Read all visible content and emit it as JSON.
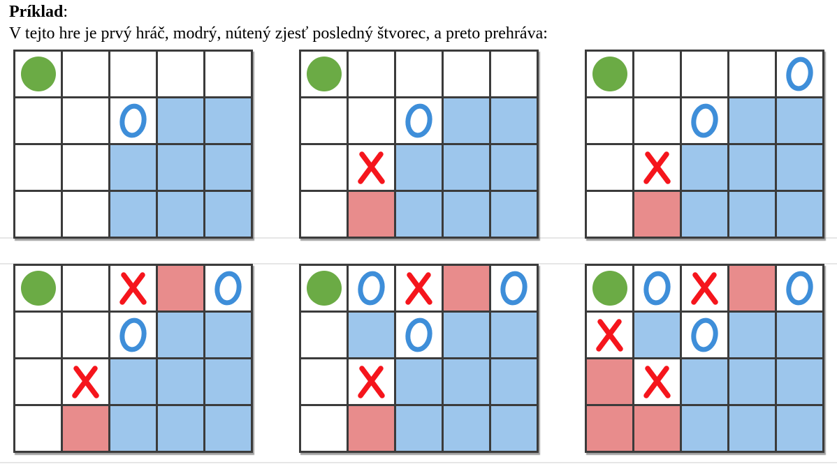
{
  "heading": {
    "label": "Príklad",
    "colon": ":"
  },
  "description": "V tejto hre je prvý hráč, modrý, nútený zjesť posledný štvorec, a preto prehráva:",
  "colors": {
    "grid_line": "#3b3b3b",
    "eaten_blue_fill": "#9DC6EC",
    "just_eaten_red_fill": "#E88C8C",
    "start_dot_green": "#6BAB45",
    "o_mark_blue": "#3E8ED9",
    "x_mark_red": "#F5151C"
  },
  "cell_legend": {
    "dot": "green-start-dot",
    "O": "blue-player-o-mark",
    "X": "red-player-x-mark",
    "blue": "eaten-square",
    "red": "just-eaten-square",
    "": "empty-square"
  },
  "boards": [
    {
      "cells": [
        [
          "dot",
          "",
          "",
          "",
          ""
        ],
        [
          "",
          "",
          "O",
          "blue",
          "blue"
        ],
        [
          "",
          "",
          "blue",
          "blue",
          "blue"
        ],
        [
          "",
          "",
          "blue",
          "blue",
          "blue"
        ]
      ]
    },
    {
      "cells": [
        [
          "dot",
          "",
          "",
          "",
          ""
        ],
        [
          "",
          "",
          "O",
          "blue",
          "blue"
        ],
        [
          "",
          "X",
          "blue",
          "blue",
          "blue"
        ],
        [
          "",
          "red",
          "blue",
          "blue",
          "blue"
        ]
      ]
    },
    {
      "cells": [
        [
          "dot",
          "",
          "",
          "",
          "O"
        ],
        [
          "",
          "",
          "O",
          "blue",
          "blue"
        ],
        [
          "",
          "X",
          "blue",
          "blue",
          "blue"
        ],
        [
          "",
          "red",
          "blue",
          "blue",
          "blue"
        ]
      ]
    },
    {
      "cells": [
        [
          "dot",
          "",
          "X",
          "red",
          "O"
        ],
        [
          "",
          "",
          "O",
          "blue",
          "blue"
        ],
        [
          "",
          "X",
          "blue",
          "blue",
          "blue"
        ],
        [
          "",
          "red",
          "blue",
          "blue",
          "blue"
        ]
      ]
    },
    {
      "cells": [
        [
          "dot",
          "O",
          "X",
          "red",
          "O"
        ],
        [
          "",
          "blue",
          "O",
          "blue",
          "blue"
        ],
        [
          "",
          "X",
          "blue",
          "blue",
          "blue"
        ],
        [
          "",
          "red",
          "blue",
          "blue",
          "blue"
        ]
      ]
    },
    {
      "cells": [
        [
          "dot",
          "O",
          "X",
          "red",
          "O"
        ],
        [
          "X",
          "blue",
          "O",
          "blue",
          "blue"
        ],
        [
          "red",
          "X",
          "blue",
          "blue",
          "blue"
        ],
        [
          "red",
          "red",
          "blue",
          "blue",
          "blue"
        ]
      ]
    }
  ]
}
